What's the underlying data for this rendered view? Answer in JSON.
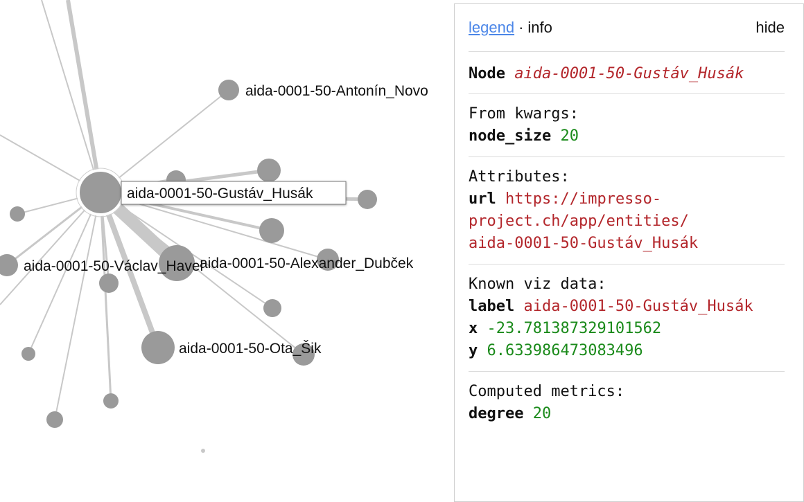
{
  "graph": {
    "edge_color": "#c8c8c8",
    "node_color": "#9a9a9a",
    "selected_node_label": "aida-0001-50-Gustáv_Husák",
    "labels": {
      "novotny": "aida-0001-50-Antonín_Novo",
      "havel": "aida-0001-50-Václav_Havel",
      "dubcek": "aida-0001-50-Alexander_Dubček",
      "sik": "aida-0001-50-Ota_Šik"
    }
  },
  "panel": {
    "legend_link": "legend",
    "separator": "·",
    "info_tab": "info",
    "hide_button": "hide",
    "node_section": {
      "key": "Node",
      "value": "aida-0001-50-Gustáv_Husák"
    },
    "kwargs_section": {
      "title": "From kwargs:",
      "node_size_key": "node_size",
      "node_size_value": "20"
    },
    "attributes_section": {
      "title": "Attributes:",
      "url_key": "url",
      "url_line1": "https://impresso-",
      "url_line2": "project.ch/app/entities/",
      "url_line3": "aida-0001-50-Gustáv_Husák"
    },
    "viz_section": {
      "title": "Known viz data:",
      "label_key": "label",
      "label_value": "aida-0001-50-Gustáv_Husák",
      "x_key": "x",
      "x_value": "-23.781387329101562",
      "y_key": "y",
      "y_value": "6.633986473083496"
    },
    "metrics_section": {
      "title": "Computed metrics:",
      "degree_key": "degree",
      "degree_value": "20"
    }
  }
}
